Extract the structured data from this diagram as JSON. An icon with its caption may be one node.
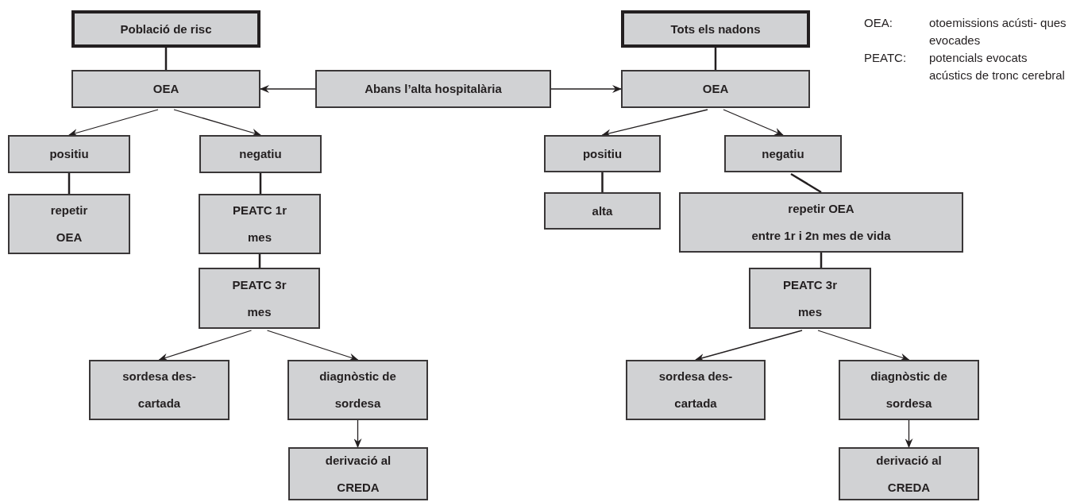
{
  "diagram": {
    "nodes": [
      {
        "text": [
          "Població de risc"
        ]
      },
      {
        "text": [
          "OEA"
        ]
      },
      {
        "text": [
          "Abans l’alta hospitalària"
        ]
      },
      {
        "text": [
          "Tots els nadons"
        ]
      },
      {
        "text": [
          "OEA"
        ]
      },
      {
        "text": [
          "positiu"
        ]
      },
      {
        "text": [
          "negatiu"
        ]
      },
      {
        "text": [
          "repetir OEA"
        ]
      },
      {
        "text": [
          "PEATC 1r mes"
        ]
      },
      {
        "text": [
          "PEATC 3r mes"
        ]
      },
      {
        "text": [
          "sordesa des- cartada"
        ]
      },
      {
        "text": [
          "diagnòstic de sordesa"
        ]
      },
      {
        "text": [
          "derivació al CREDA"
        ]
      },
      {
        "text": [
          "positiu"
        ]
      },
      {
        "text": [
          "negatiu"
        ]
      },
      {
        "text": [
          "alta"
        ]
      },
      {
        "text": [
          "repetir OEA",
          "entre 1r i 2n mes de vida"
        ]
      },
      {
        "text": [
          "PEATC 3r mes"
        ]
      },
      {
        "text": [
          "sordesa des- cartada"
        ]
      },
      {
        "text": [
          "diagnòstic de sordesa"
        ]
      },
      {
        "text": [
          "derivació al CREDA"
        ]
      }
    ],
    "edges": [
      {
        "from": 0,
        "to": 1,
        "arrow": "none"
      },
      {
        "from": 2,
        "to": 1,
        "arrow": "to"
      },
      {
        "from": 2,
        "to": 4,
        "arrow": "to"
      },
      {
        "from": 3,
        "to": 4,
        "arrow": "none"
      },
      {
        "from": 1,
        "to": 5,
        "arrow": "to"
      },
      {
        "from": 1,
        "to": 6,
        "arrow": "to"
      },
      {
        "from": 5,
        "to": 7,
        "arrow": "none"
      },
      {
        "from": 6,
        "to": 8,
        "arrow": "none"
      },
      {
        "from": 8,
        "to": 9,
        "arrow": "none"
      },
      {
        "from": 9,
        "to": 10,
        "arrow": "to"
      },
      {
        "from": 9,
        "to": 11,
        "arrow": "to"
      },
      {
        "from": 11,
        "to": 12,
        "arrow": "to"
      },
      {
        "from": 4,
        "to": 13,
        "arrow": "to"
      },
      {
        "from": 4,
        "to": 14,
        "arrow": "to"
      },
      {
        "from": 13,
        "to": 15,
        "arrow": "none"
      },
      {
        "from": 14,
        "to": 16,
        "arrow": "none"
      },
      {
        "from": 16,
        "to": 17,
        "arrow": "none"
      },
      {
        "from": 17,
        "to": 18,
        "arrow": "to"
      },
      {
        "from": 17,
        "to": 19,
        "arrow": "to"
      },
      {
        "from": 19,
        "to": 20,
        "arrow": "to"
      }
    ],
    "labels": [
      "OEA:",
      "otoemissions acústi- ques evocades",
      "PEATC:",
      "potencials evocats acústics de tronc cerebral"
    ]
  }
}
